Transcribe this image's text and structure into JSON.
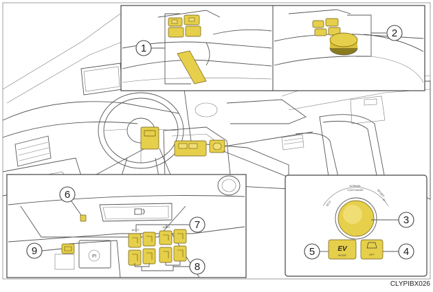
{
  "callouts": {
    "c1": "1",
    "c2": "2",
    "c3": "3",
    "c4": "4",
    "c5": "5",
    "c6": "6",
    "c7": "7",
    "c8": "8",
    "c9": "9"
  },
  "dial_labels": {
    "eco": "ECO",
    "normal": "NORMAL",
    "customize": "CUSTOMIZE",
    "sport": "SPORT",
    "sport_plus": "S+"
  },
  "buttons": {
    "ev_main": "EV",
    "ev_sub": "MODE",
    "off": "OFF"
  },
  "seat_labels": {
    "auto_left": "AUTO",
    "auto_right": "AUTO"
  },
  "figure_code": "CLYPIBX026",
  "colors": {
    "highlight": "#e6cf4a",
    "line": "#555555"
  }
}
